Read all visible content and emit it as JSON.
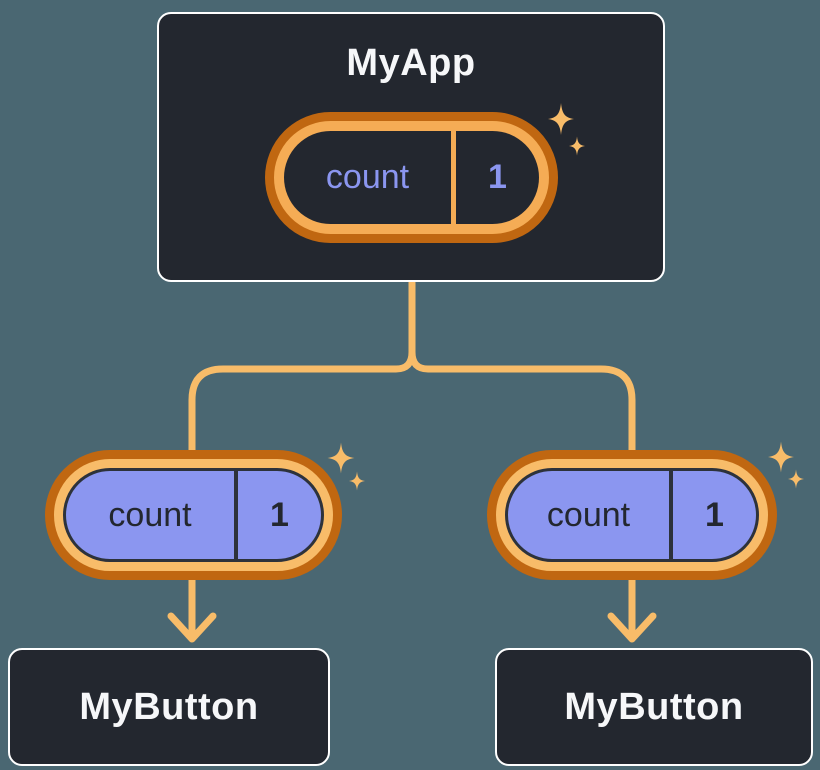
{
  "diagram": {
    "colors": {
      "bg": "#4A6772",
      "line": "#F8BC69",
      "ring-outer": "#C06711",
      "ring-inner-top": "#F5AC55",
      "ring-inner-bottom": "#F8BC69",
      "panel-bg": "#23272F",
      "panel-border": "#FFFFFF",
      "panel-text": "#F6F7F9",
      "periwinkle": "#8B96F0",
      "dark-text": "#23272F",
      "pill-outline": "#2D323B"
    },
    "root": {
      "title": "MyApp",
      "state_pill": {
        "label": "count",
        "value": "1"
      }
    },
    "children": [
      {
        "title": "MyButton",
        "prop_pill": {
          "label": "count",
          "value": "1"
        }
      },
      {
        "title": "MyButton",
        "prop_pill": {
          "label": "count",
          "value": "1"
        }
      }
    ]
  }
}
